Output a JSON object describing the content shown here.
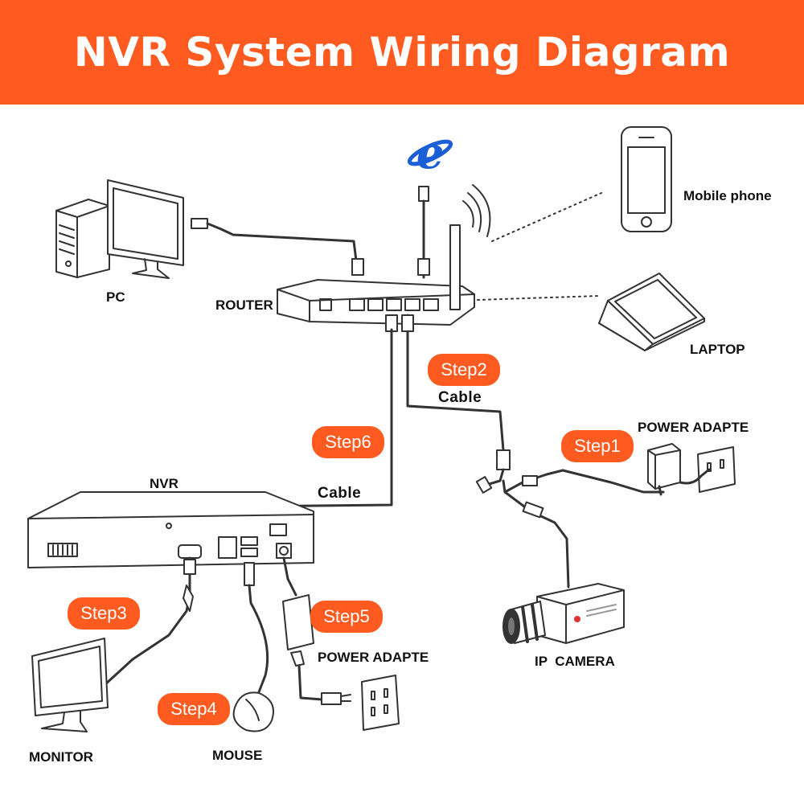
{
  "title": "NVR System Wiring Diagram",
  "devices": {
    "pc": "PC",
    "router": "ROUTER",
    "mobile": "Mobile phone",
    "laptop": "LAPTOP",
    "nvr": "NVR",
    "ip_camera": "IP  CAMERA",
    "monitor": "MONITOR",
    "mouse": "MOUSE",
    "power_adapter_camera": "POWER ADAPTE",
    "power_adapter_nvr": "POWER ADAPTE"
  },
  "cables": {
    "router_camera": "Cable",
    "router_nvr": "Cable"
  },
  "steps": {
    "step1": "Step1",
    "step2": "Step2",
    "step3": "Step3",
    "step4": "Step4",
    "step5": "Step5",
    "step6": "Step6"
  },
  "colors": {
    "accent": "#ff5a1f",
    "line": "#333333",
    "internet_icon": "#1b5fd6"
  },
  "icons": [
    "internet-explorer-icon",
    "pc-tower-icon",
    "pc-monitor-icon",
    "router-icon",
    "antenna-icon",
    "wifi-signal-icon",
    "mobile-phone-icon",
    "laptop-icon",
    "nvr-recorder-icon",
    "ip-camera-icon",
    "power-adapter-icon",
    "wall-outlet-icon",
    "monitor-icon",
    "mouse-icon"
  ]
}
